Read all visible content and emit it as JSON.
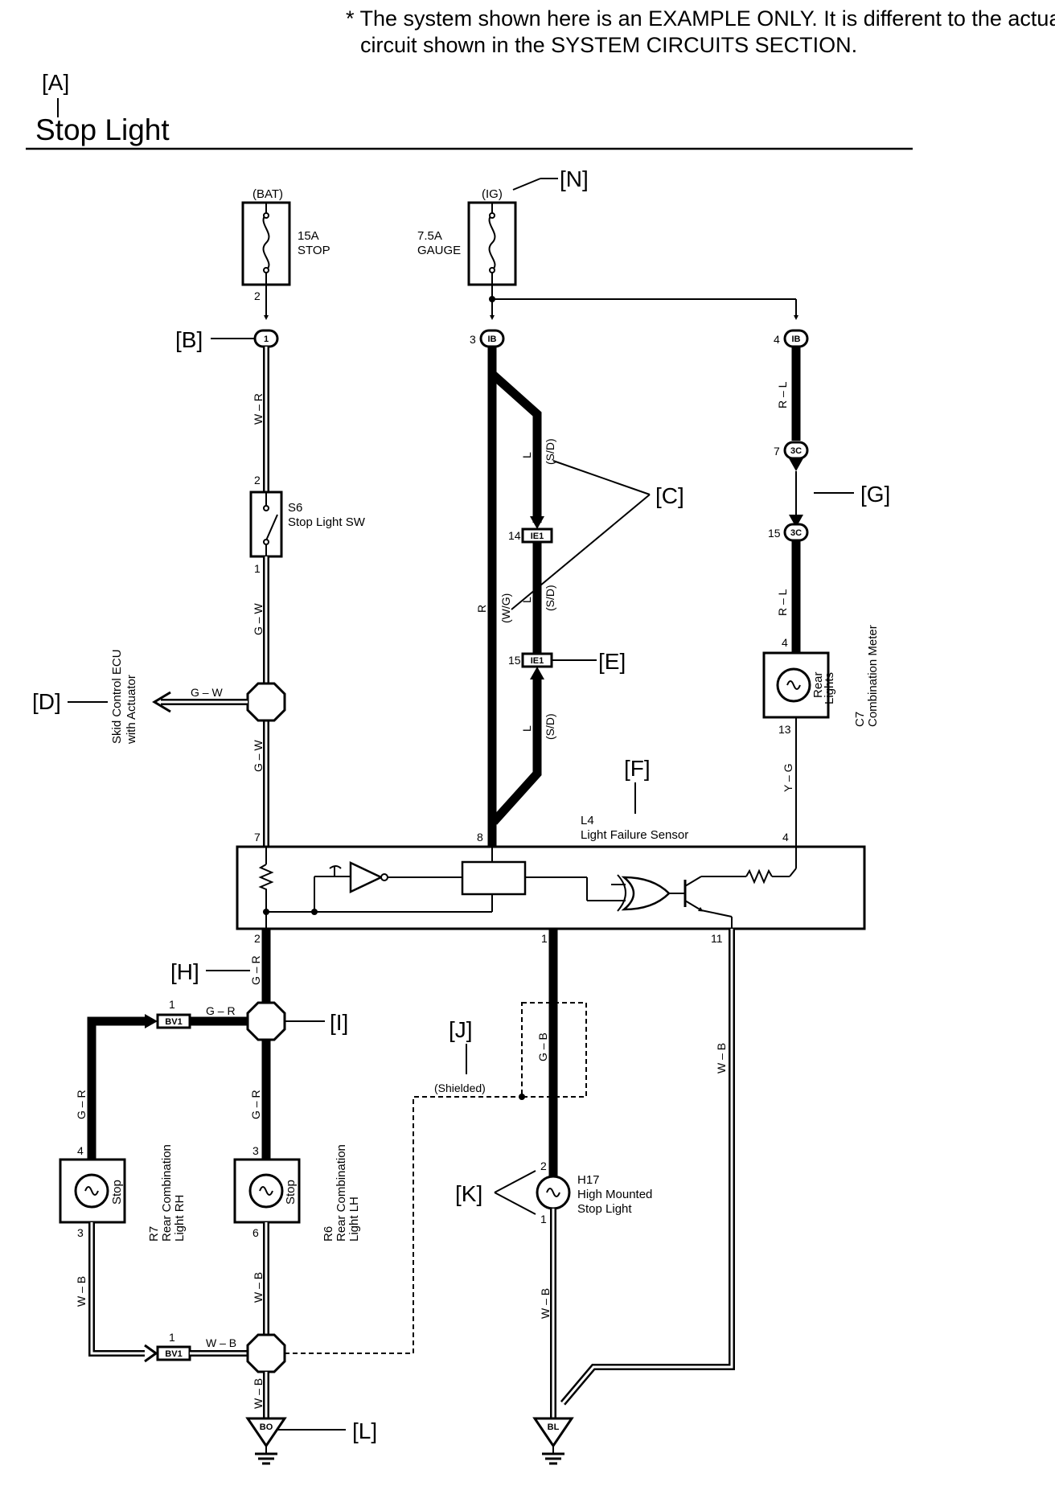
{
  "note": {
    "line1": "* The system shown here is an EXAMPLE ONLY. It is different to the actual",
    "line2": "circuit shown in the SYSTEM CIRCUITS SECTION."
  },
  "title": "Stop Light",
  "callouts": {
    "A": "[A]",
    "B": "[B]",
    "C": "[C]",
    "D": "[D]",
    "E": "[E]",
    "F": "[F]",
    "G": "[G]",
    "H": "[H]",
    "I": "[I]",
    "J": "[J]",
    "K": "[K]",
    "L": "[L]",
    "N": "[N]"
  },
  "sources": {
    "bat": {
      "label": "(BAT)",
      "amp": "15A",
      "name": "STOP"
    },
    "ig": {
      "label": "(IG)",
      "amp": "7.5A",
      "name": "GAUGE"
    }
  },
  "components": {
    "stop_sw": {
      "code": "S6",
      "name": "Stop Light SW"
    },
    "skid": {
      "line1": "Skid Control ECU",
      "line2": "with Actuator"
    },
    "meter": {
      "code": "C7",
      "name": "Combination Meter",
      "lamp1": "Rear",
      "lamp2": "Lights"
    },
    "sensor": {
      "code": "L4",
      "name": "Light Failure Sensor"
    },
    "rear_rh": {
      "code": "R7",
      "line1": "Rear Combination",
      "line2": "Light RH",
      "lamp": "Stop"
    },
    "rear_lh": {
      "code": "R6",
      "line1": "Rear Combination",
      "line2": "Light LH",
      "lamp": "Stop"
    },
    "high": {
      "code": "H17",
      "line1": "High Mounted",
      "line2": "Stop Light"
    },
    "shielded": "(Shielded)"
  },
  "connectors": {
    "c1": "1",
    "ib": "IB",
    "c3c": "3C",
    "ie1": "IE1",
    "bv1": "BV1",
    "bo": "BO",
    "bl": "BL"
  },
  "wires": {
    "wr": "W – R",
    "gw": "G – W",
    "rl": "R – L",
    "l": "L",
    "sd": "(S/D)",
    "wg": "(W/G)",
    "r": "R",
    "yg": "Y – G",
    "gr": "G – R",
    "gb": "G – B",
    "wb": "W – B"
  },
  "pins": {
    "p1": "1",
    "p2": "2",
    "p3": "3",
    "p4": "4",
    "p6": "6",
    "p7": "7",
    "p8": "8",
    "p11": "11",
    "p13": "13",
    "p14": "14",
    "p15": "15"
  }
}
